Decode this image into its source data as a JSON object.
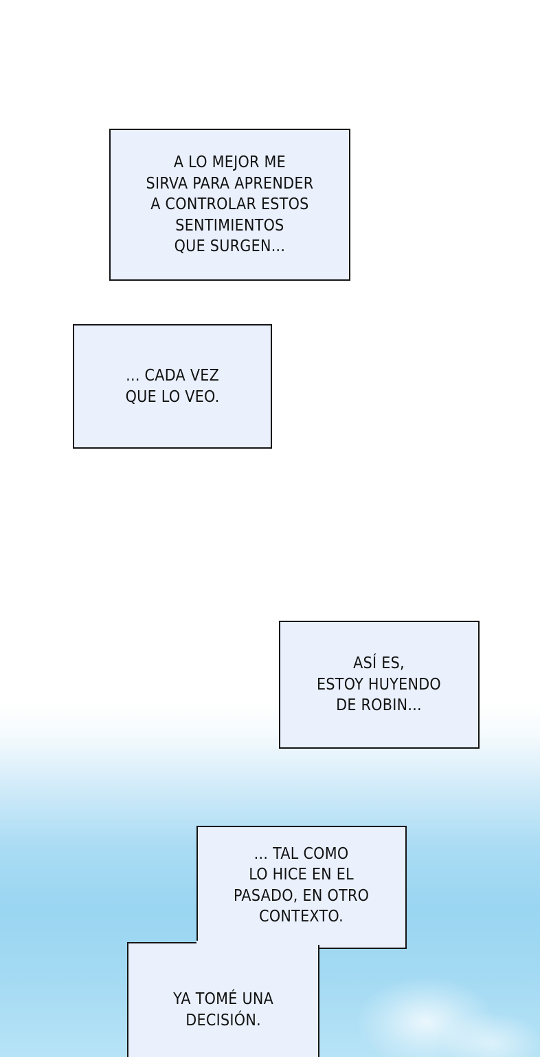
{
  "panel": {
    "background_top": "#ffffff",
    "background_bottom": "#9ad5f1",
    "box_fill": "#eaf1fd",
    "border_color": "#151515"
  },
  "captions": [
    {
      "id": "caption-1",
      "text": "A LO MEJOR ME\nSIRVA PARA APRENDER\nA CONTROLAR ESTOS\nSENTIMIENTOS\nQUE SURGEN..."
    },
    {
      "id": "caption-2",
      "text": "... CADA VEZ\nQUE LO VEO."
    },
    {
      "id": "caption-3",
      "text": "ASÍ ES,\nESTOY HUYENDO\nDE ROBIN..."
    },
    {
      "id": "caption-4",
      "text": "... TAL COMO\nLO HICE EN EL\nPASADO, EN OTRO\nCONTEXTO."
    },
    {
      "id": "caption-5",
      "text": "YA TOMÉ UNA\nDECISIÓN."
    }
  ]
}
